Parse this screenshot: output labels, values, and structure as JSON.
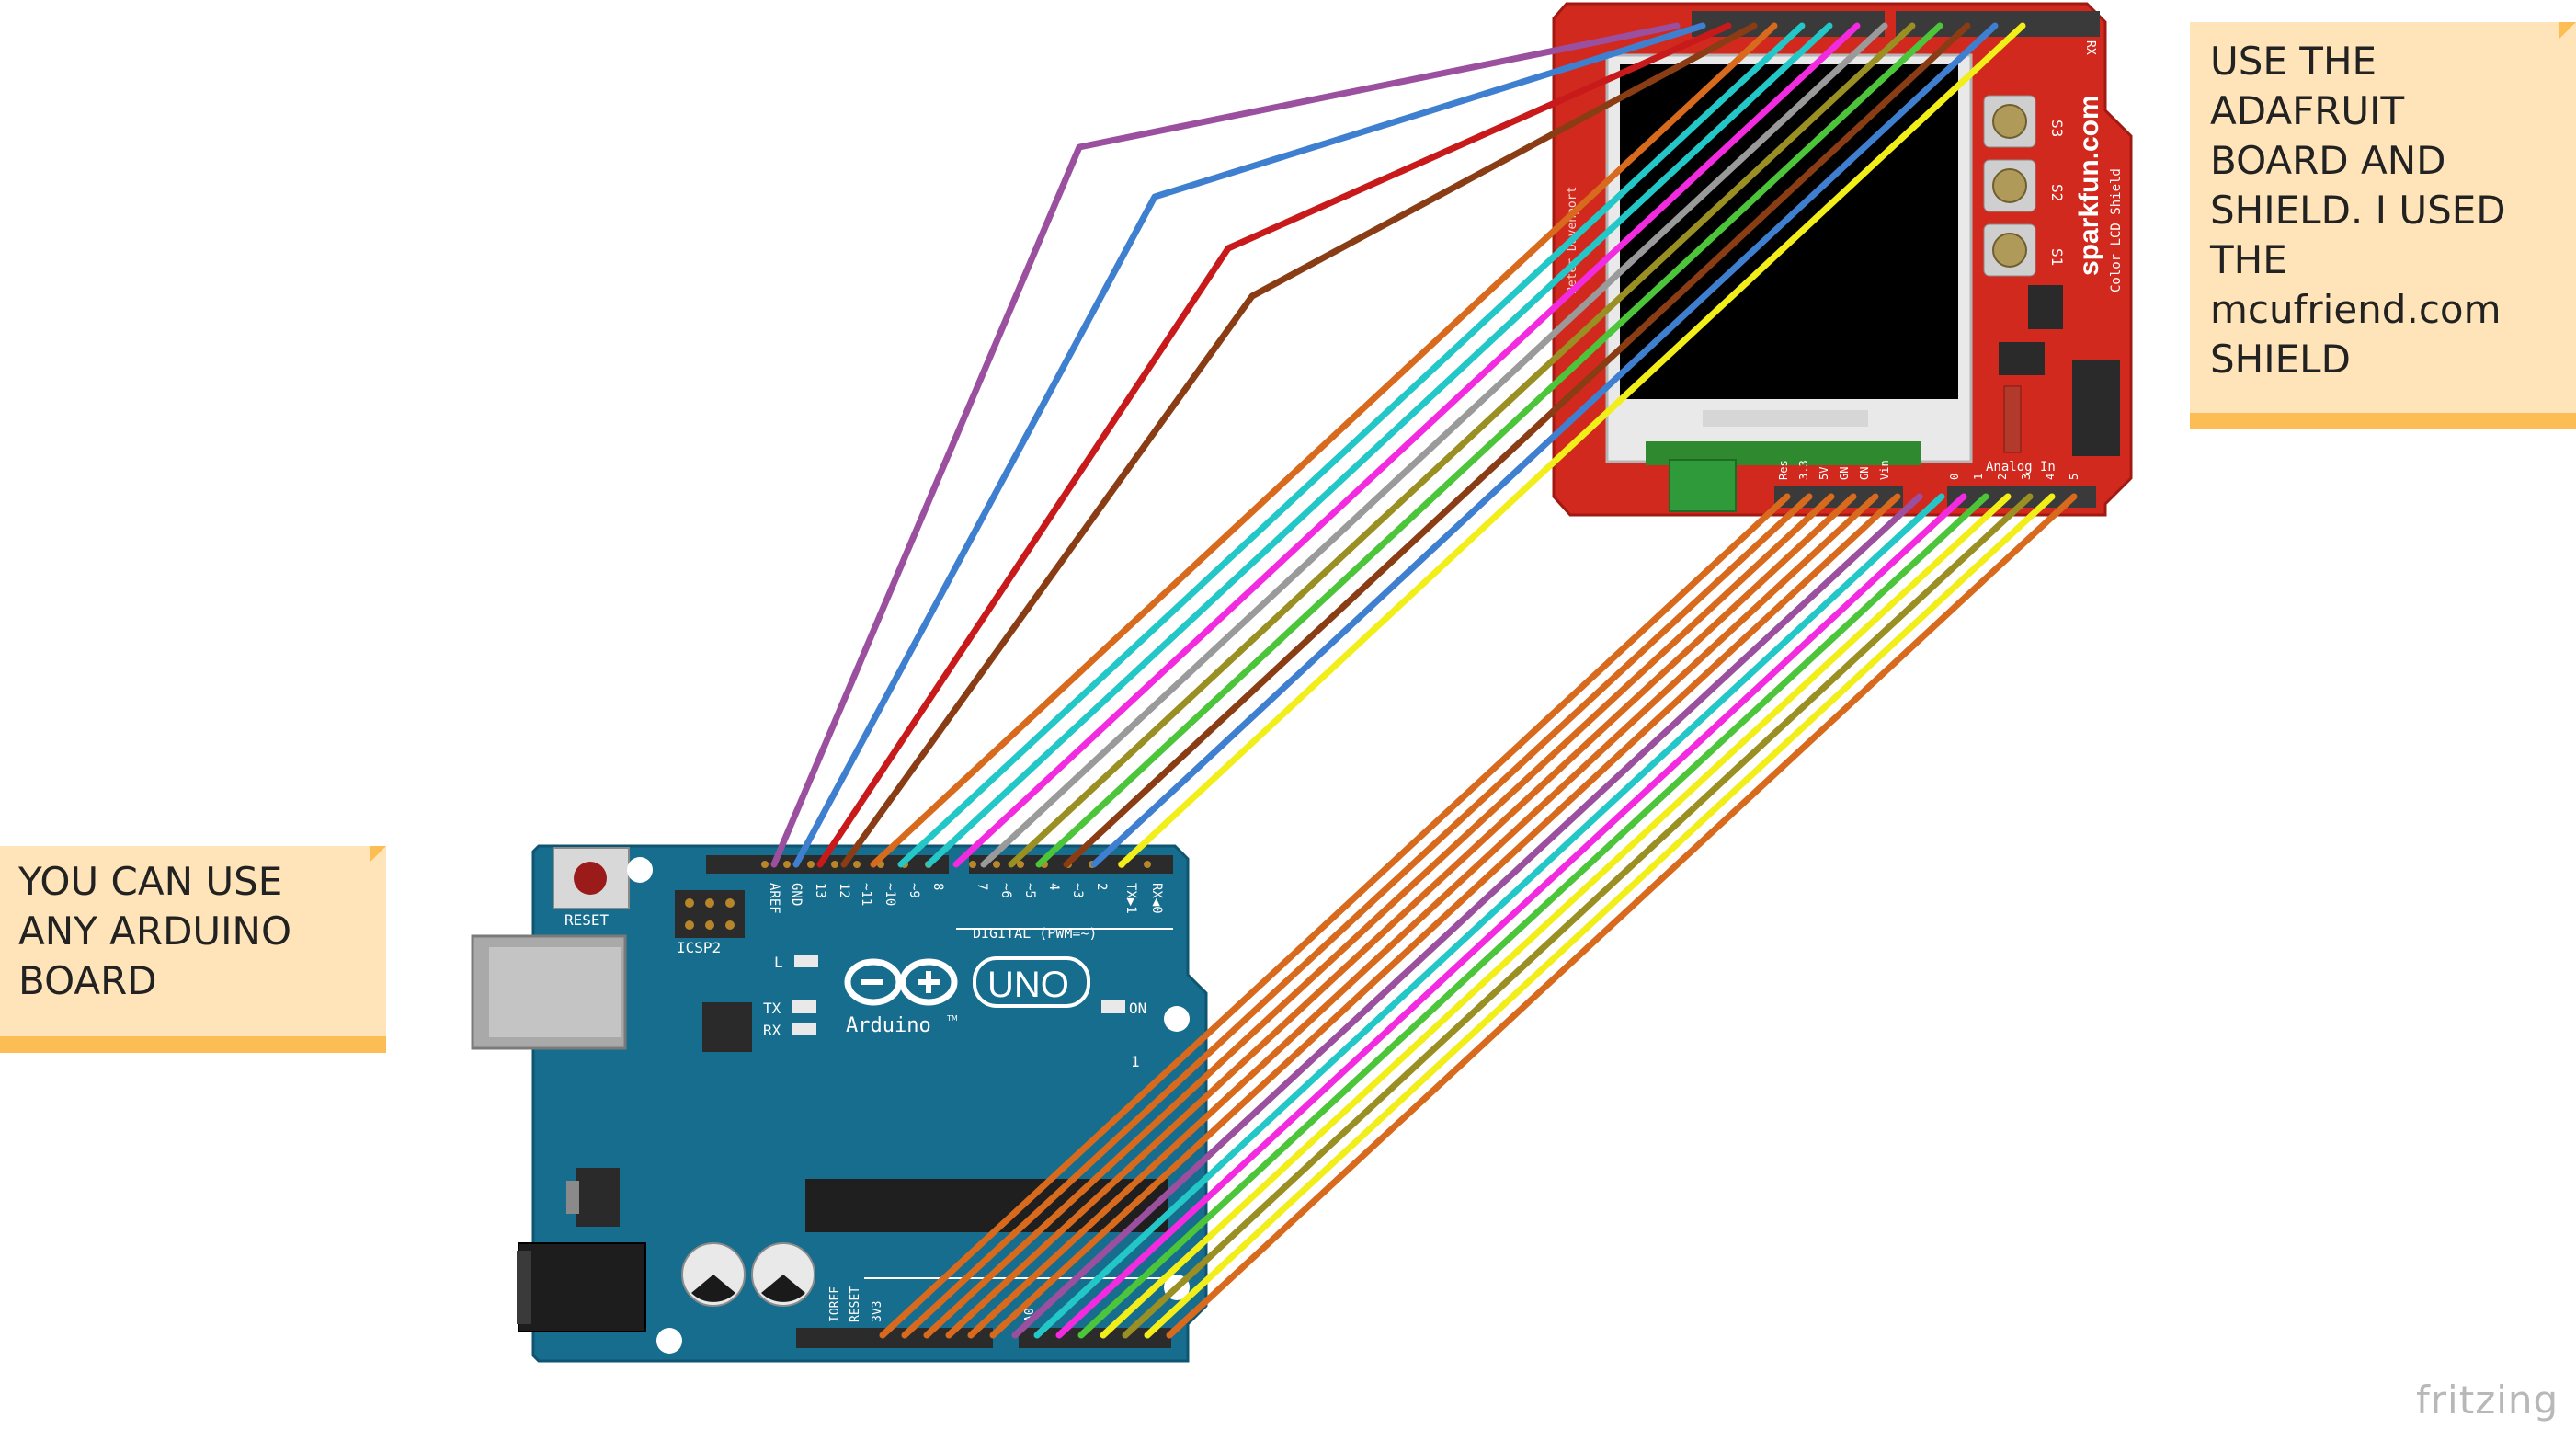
{
  "notes": {
    "adafruit": "USE THE\nADAFRUIT\nBOARD AND\nSHIELD. I USED\nTHE\nmcufriend.com\nSHIELD",
    "arduino": "YOU CAN USE\nANY ARDUINO\nBOARD"
  },
  "arduino": {
    "reset_label": "RESET",
    "icsp_label": "ICSP2",
    "l_label": "L",
    "tx_label": "TX",
    "rx_label": "RX",
    "on_label": "ON",
    "logo_text": "Arduino",
    "logo_tm": "TM",
    "uno_text": "UNO",
    "digital_label": "DIGITAL (PWM=~)",
    "digital_pins": [
      "AREF",
      "GND",
      "13",
      "12",
      "~11",
      "~10",
      "~9",
      "8",
      "7",
      "~6",
      "~5",
      "4",
      "~3",
      "2",
      "TX▶1",
      "RX◀0"
    ],
    "power_pins": [
      "IOREF",
      "RESET",
      "3V3"
    ],
    "analog_pins": [
      "A0"
    ],
    "side_digits": [
      "1"
    ]
  },
  "shield": {
    "brand": "sparkfun.com",
    "product": "Color LCD Shield",
    "credit": "Peter Davenport",
    "button_labels": [
      "S3",
      "S2",
      "S1"
    ],
    "power_pins": [
      "Res",
      "3.3",
      "5V",
      "GN",
      "GN",
      "Vin"
    ],
    "analog_label": "Analog In",
    "analog_pins": [
      "0",
      "1",
      "2",
      "3",
      "4",
      "5"
    ],
    "rx_label": "RX"
  },
  "watermark": "fritzing",
  "colors": {
    "wire_purple": "#9b4f9f",
    "wire_blue": "#3f7fd0",
    "wire_red": "#c81a1a",
    "wire_brown": "#8a3d14",
    "wire_orange": "#d86a1e",
    "wire_cyan": "#24c7c7",
    "wire_magenta": "#f22be0",
    "wire_gray": "#9a9a9a",
    "wire_green": "#4cc53b",
    "wire_olive": "#9a8f22",
    "wire_yellow": "#f2ee1a",
    "arduino_board": "#176d8e",
    "shield_board": "#d2291f",
    "note_fill": "#fee4b8",
    "note_bar": "#fbbd54"
  }
}
